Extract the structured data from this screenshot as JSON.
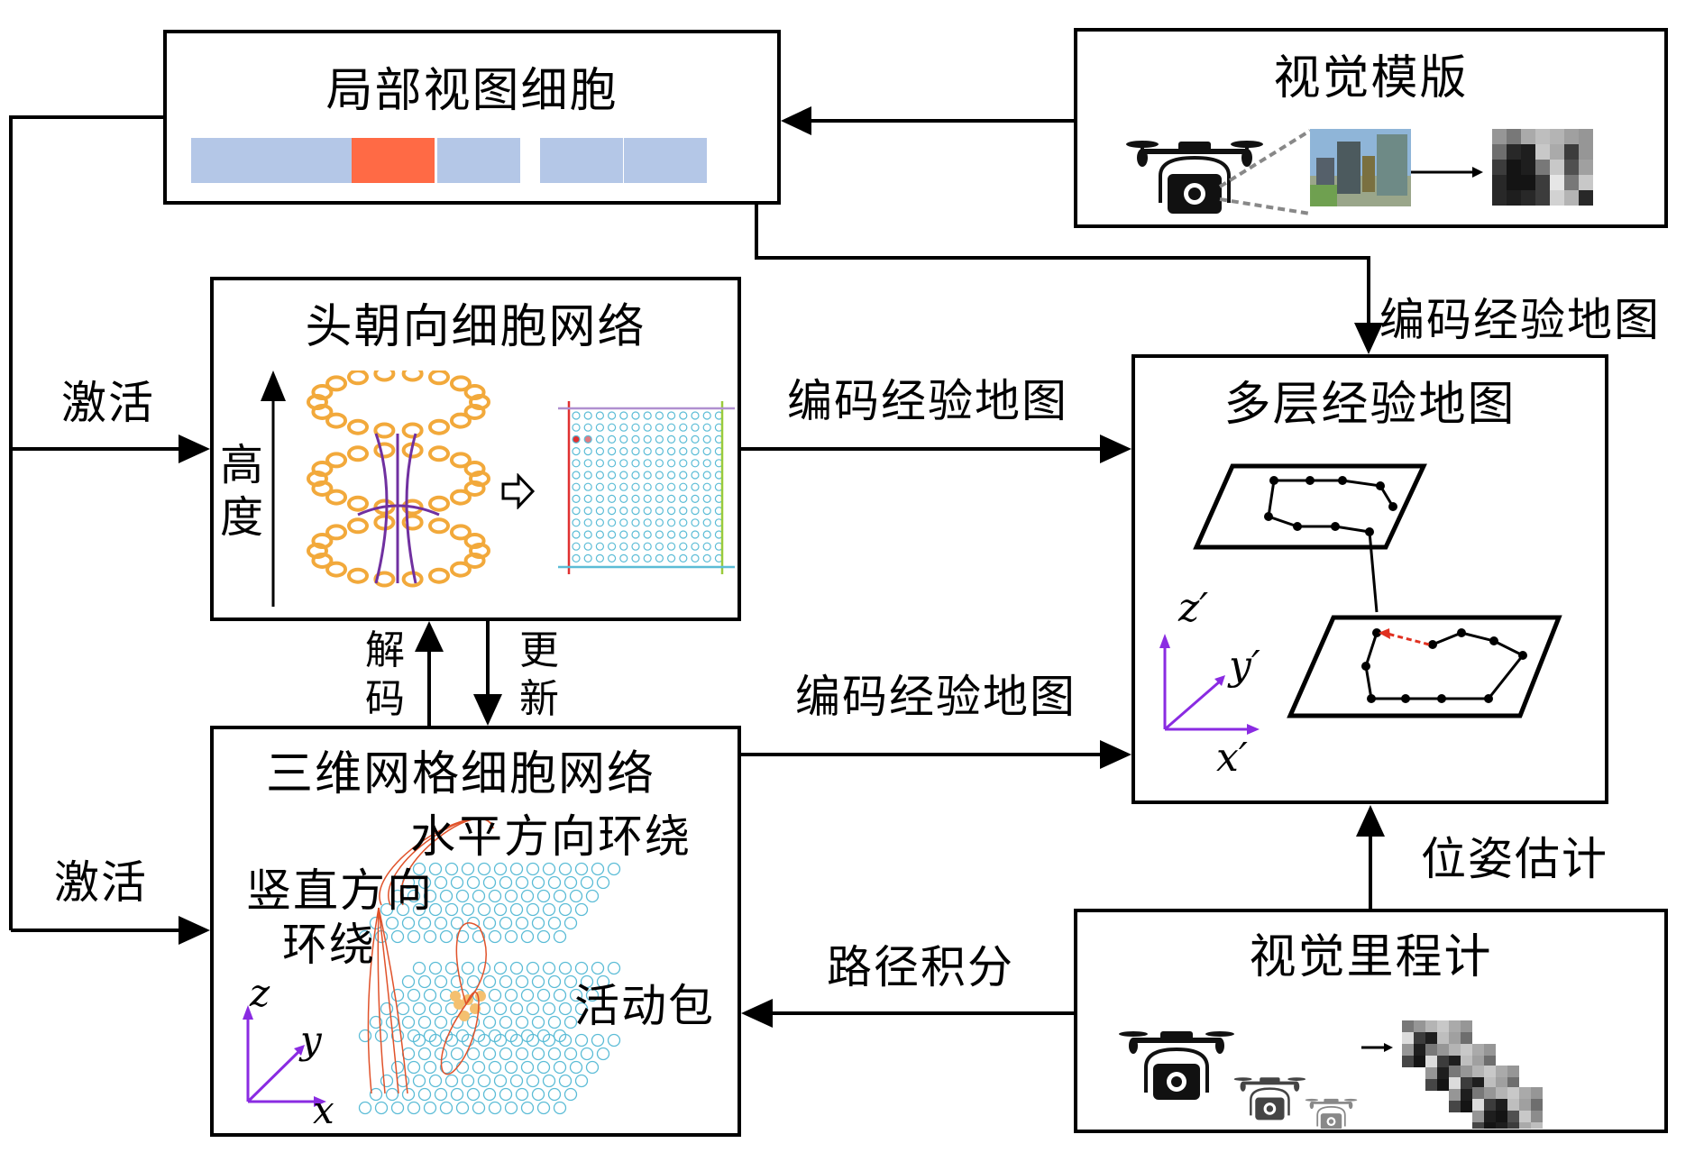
{
  "boxes": {
    "local_view_cells": {
      "title": "局部视图细胞",
      "cells": [
        {
          "state": "inactive",
          "color": "#b4c7e7"
        },
        {
          "state": "inactive",
          "color": "#b4c7e7"
        },
        {
          "state": "active",
          "color": "#ff6a45"
        },
        {
          "state": "inactive",
          "color": "#b4c7e7"
        },
        {
          "state": "inactive",
          "color": "#b4c7e7"
        },
        {
          "state": "inactive",
          "color": "#b4c7e7"
        }
      ]
    },
    "visual_template": {
      "title": "视觉模版",
      "icons": [
        "drone-camera-icon",
        "panorama-image",
        "pixelated-template-image"
      ]
    },
    "head_direction_network": {
      "title": "头朝向细胞网络",
      "axis_label": "高度",
      "ring_color": "#f2a93b",
      "link_color": "#7030a0",
      "grid_color": "#5bbcd6"
    },
    "multilayer_experience_map": {
      "title": "多层经验地图",
      "axes": {
        "z": "z′",
        "y": "y′",
        "x": "x′"
      },
      "axis_color": "#8a2be2",
      "loop_closure_color": "#e03020"
    },
    "grid_cell_network_3d": {
      "title": "三维网格细胞网络",
      "annotations": {
        "horizontal_wrap": "水平方向环绕",
        "vertical_wrap_line1": "竖直方向",
        "vertical_wrap_line2": "环绕",
        "activity_packet": "活动包"
      },
      "axes": {
        "z": "z",
        "y": "y",
        "x": "x"
      },
      "axis_color": "#8a2be2",
      "cell_color": "#5bbcd6",
      "link_color": "#e0522a"
    },
    "visual_odometry": {
      "title": "视觉里程计"
    }
  },
  "edges": {
    "activate_top": "激活",
    "activate_bottom": "激活",
    "decode": "解码",
    "update": "更新",
    "encode_hd": "编码经验地图",
    "encode_grid": "编码经验地图",
    "encode_lvc": "编码经验地图",
    "pose_estimation": "位姿估计",
    "path_integration": "路径积分"
  }
}
